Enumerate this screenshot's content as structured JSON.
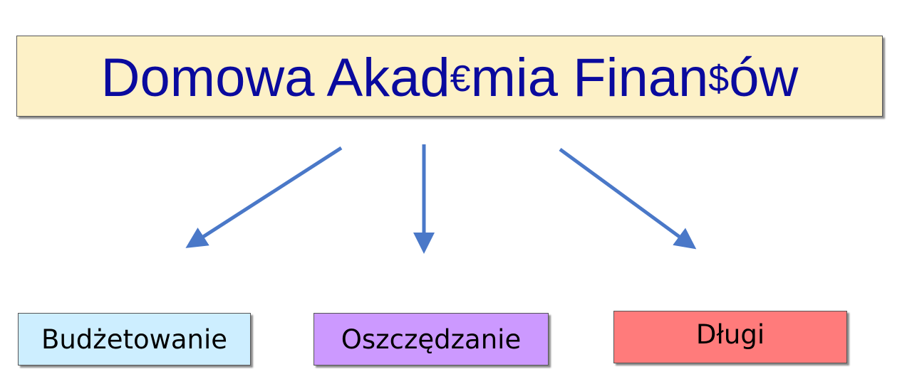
{
  "title": {
    "part1": "Domowa Akad",
    "symbol1": "€",
    "part2": "mia Finan",
    "symbol2": "$",
    "part3": "ów"
  },
  "nodes": [
    {
      "label": "Budżetowanie",
      "color": "#cdeeff"
    },
    {
      "label": "Oszczędzanie",
      "color": "#cc99ff"
    },
    {
      "label": "Długi",
      "color": "#ff7b7b"
    }
  ],
  "colors": {
    "title_background": "#fdf1c7",
    "title_text": "#0a0a9e",
    "arrow": "#4a78c8"
  }
}
